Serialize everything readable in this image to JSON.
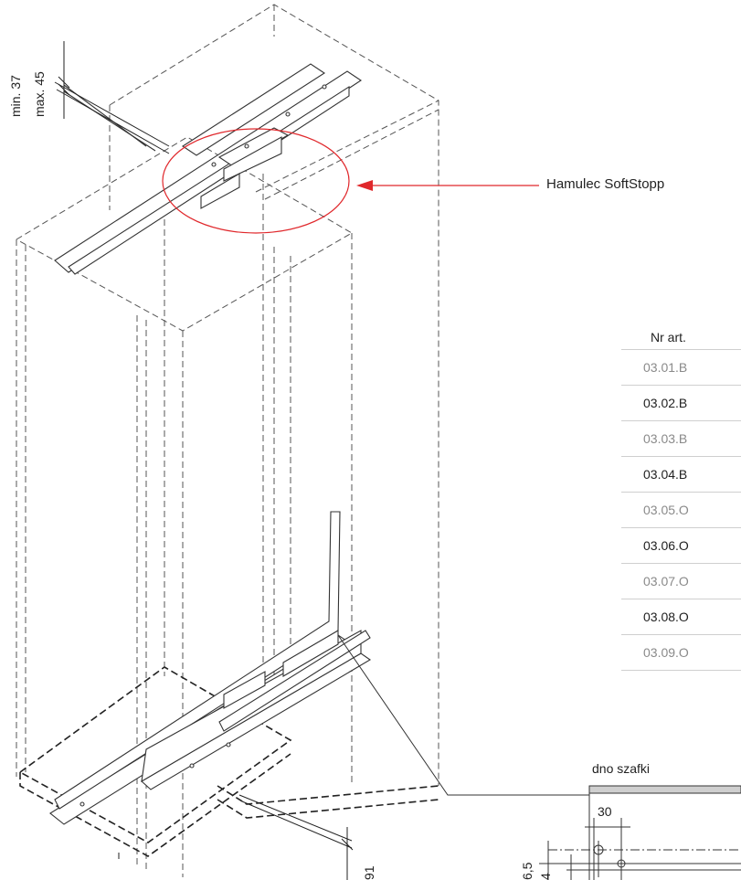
{
  "dimensions": {
    "rail_spacing_min": "min. 37",
    "rail_spacing_max": "max. 45",
    "bottom_offset": "91",
    "hole_offset": "30",
    "small_a": "4",
    "small_b": "6,5"
  },
  "callout": {
    "label": "Hamulec SoftStopp"
  },
  "detail": {
    "label": "dno szafki"
  },
  "table": {
    "header": "Nr art.",
    "rows": [
      "03.01.B",
      "03.02.B",
      "03.03.B",
      "03.04.B",
      "03.05.O",
      "03.06.O",
      "03.07.O",
      "03.08.O",
      "03.09.O"
    ]
  },
  "colors": {
    "line": "#333333",
    "callout": "#e0282c",
    "dashed": "#555555"
  }
}
